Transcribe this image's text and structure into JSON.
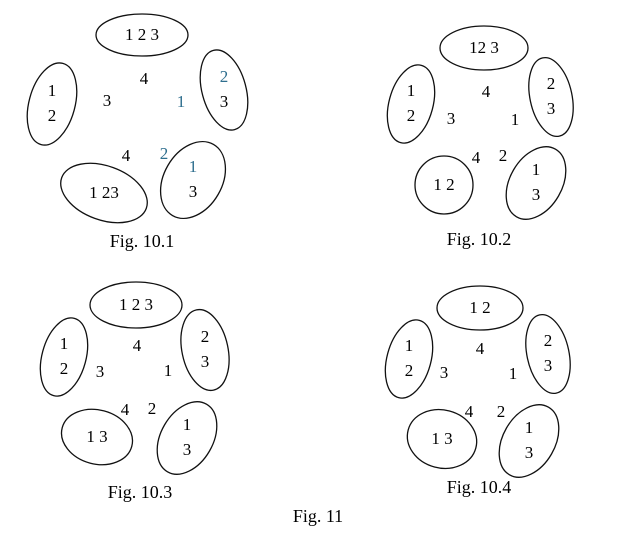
{
  "figure_caption": "Fig. 11",
  "panels": [
    {
      "caption": "Fig. 10.1",
      "ovals": [
        {
          "label": "1 2 3"
        },
        {
          "label_top": "2",
          "label_bottom": "3",
          "top_color": "#2e6e8e"
        },
        {
          "label_top": "1",
          "label_bottom": "3",
          "top_color": "#2e6e8e"
        },
        {
          "label": "1 23"
        },
        {
          "label_top": "1",
          "label_bottom": "2"
        }
      ],
      "inner_labels": [
        {
          "text": "4",
          "color": "#000000"
        },
        {
          "text": "1",
          "color": "#2e6e8e"
        },
        {
          "text": "2",
          "color": "#2e6e8e"
        },
        {
          "text": "4",
          "color": "#000000"
        },
        {
          "text": "3",
          "color": "#000000"
        }
      ]
    },
    {
      "caption": "Fig. 10.2",
      "ovals": [
        {
          "label": "12 3"
        },
        {
          "label_top": "2",
          "label_bottom": "3"
        },
        {
          "label_top": "1",
          "label_bottom": "3"
        },
        {
          "label": "1 2"
        },
        {
          "label_top": "1",
          "label_bottom": "2"
        }
      ],
      "inner_labels": [
        {
          "text": "4",
          "color": "#000000"
        },
        {
          "text": "1",
          "color": "#000000"
        },
        {
          "text": "2",
          "color": "#000000"
        },
        {
          "text": "4",
          "color": "#000000"
        },
        {
          "text": "3",
          "color": "#000000"
        }
      ]
    },
    {
      "caption": "Fig. 10.3",
      "ovals": [
        {
          "label": "1 2 3"
        },
        {
          "label_top": "2",
          "label_bottom": "3"
        },
        {
          "label_top": "1",
          "label_bottom": "3"
        },
        {
          "label": "1 3"
        },
        {
          "label_top": "1",
          "label_bottom": "2"
        }
      ],
      "inner_labels": [
        {
          "text": "4",
          "color": "#000000"
        },
        {
          "text": "1",
          "color": "#000000"
        },
        {
          "text": "2",
          "color": "#000000"
        },
        {
          "text": "4",
          "color": "#000000"
        },
        {
          "text": "3",
          "color": "#000000"
        }
      ]
    },
    {
      "caption": "Fig. 10.4",
      "ovals": [
        {
          "label": "1  2"
        },
        {
          "label_top": "2",
          "label_bottom": "3"
        },
        {
          "label_top": "1",
          "label_bottom": "3"
        },
        {
          "label": "1  3"
        },
        {
          "label_top": "1",
          "label_bottom": "2"
        }
      ],
      "inner_labels": [
        {
          "text": "4",
          "color": "#000000"
        },
        {
          "text": "1",
          "color": "#000000"
        },
        {
          "text": "2",
          "color": "#000000"
        },
        {
          "text": "4",
          "color": "#000000"
        },
        {
          "text": "3",
          "color": "#000000"
        }
      ]
    }
  ]
}
